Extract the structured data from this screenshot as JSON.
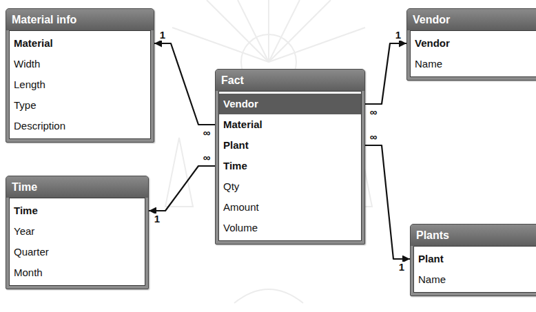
{
  "diagram": {
    "nodes": [
      {
        "text": [
          "Material info",
          "Material",
          "Width",
          "Length",
          "Type",
          "Description"
        ]
      },
      {
        "text": [
          "Vendor",
          "Vendor",
          "Name"
        ]
      },
      {
        "text": [
          "Fact",
          "Vendor",
          "Material",
          "Plant",
          "Time",
          "Qty",
          "Amount",
          "Volume"
        ]
      },
      {
        "text": [
          "Time",
          "Time",
          "Year",
          "Quarter",
          "Month"
        ]
      },
      {
        "text": [
          "Plants",
          "Plant",
          "Name"
        ]
      }
    ],
    "edges": [
      {
        "from": 2,
        "to": 0,
        "arrow": "to"
      },
      {
        "from": 2,
        "to": 1,
        "arrow": "to"
      },
      {
        "from": 2,
        "to": 3,
        "arrow": "to"
      },
      {
        "from": 2,
        "to": 4,
        "arrow": "to"
      }
    ],
    "labels": [
      "1",
      "∞",
      "1",
      "∞",
      "∞",
      "1",
      "∞",
      "1"
    ]
  }
}
